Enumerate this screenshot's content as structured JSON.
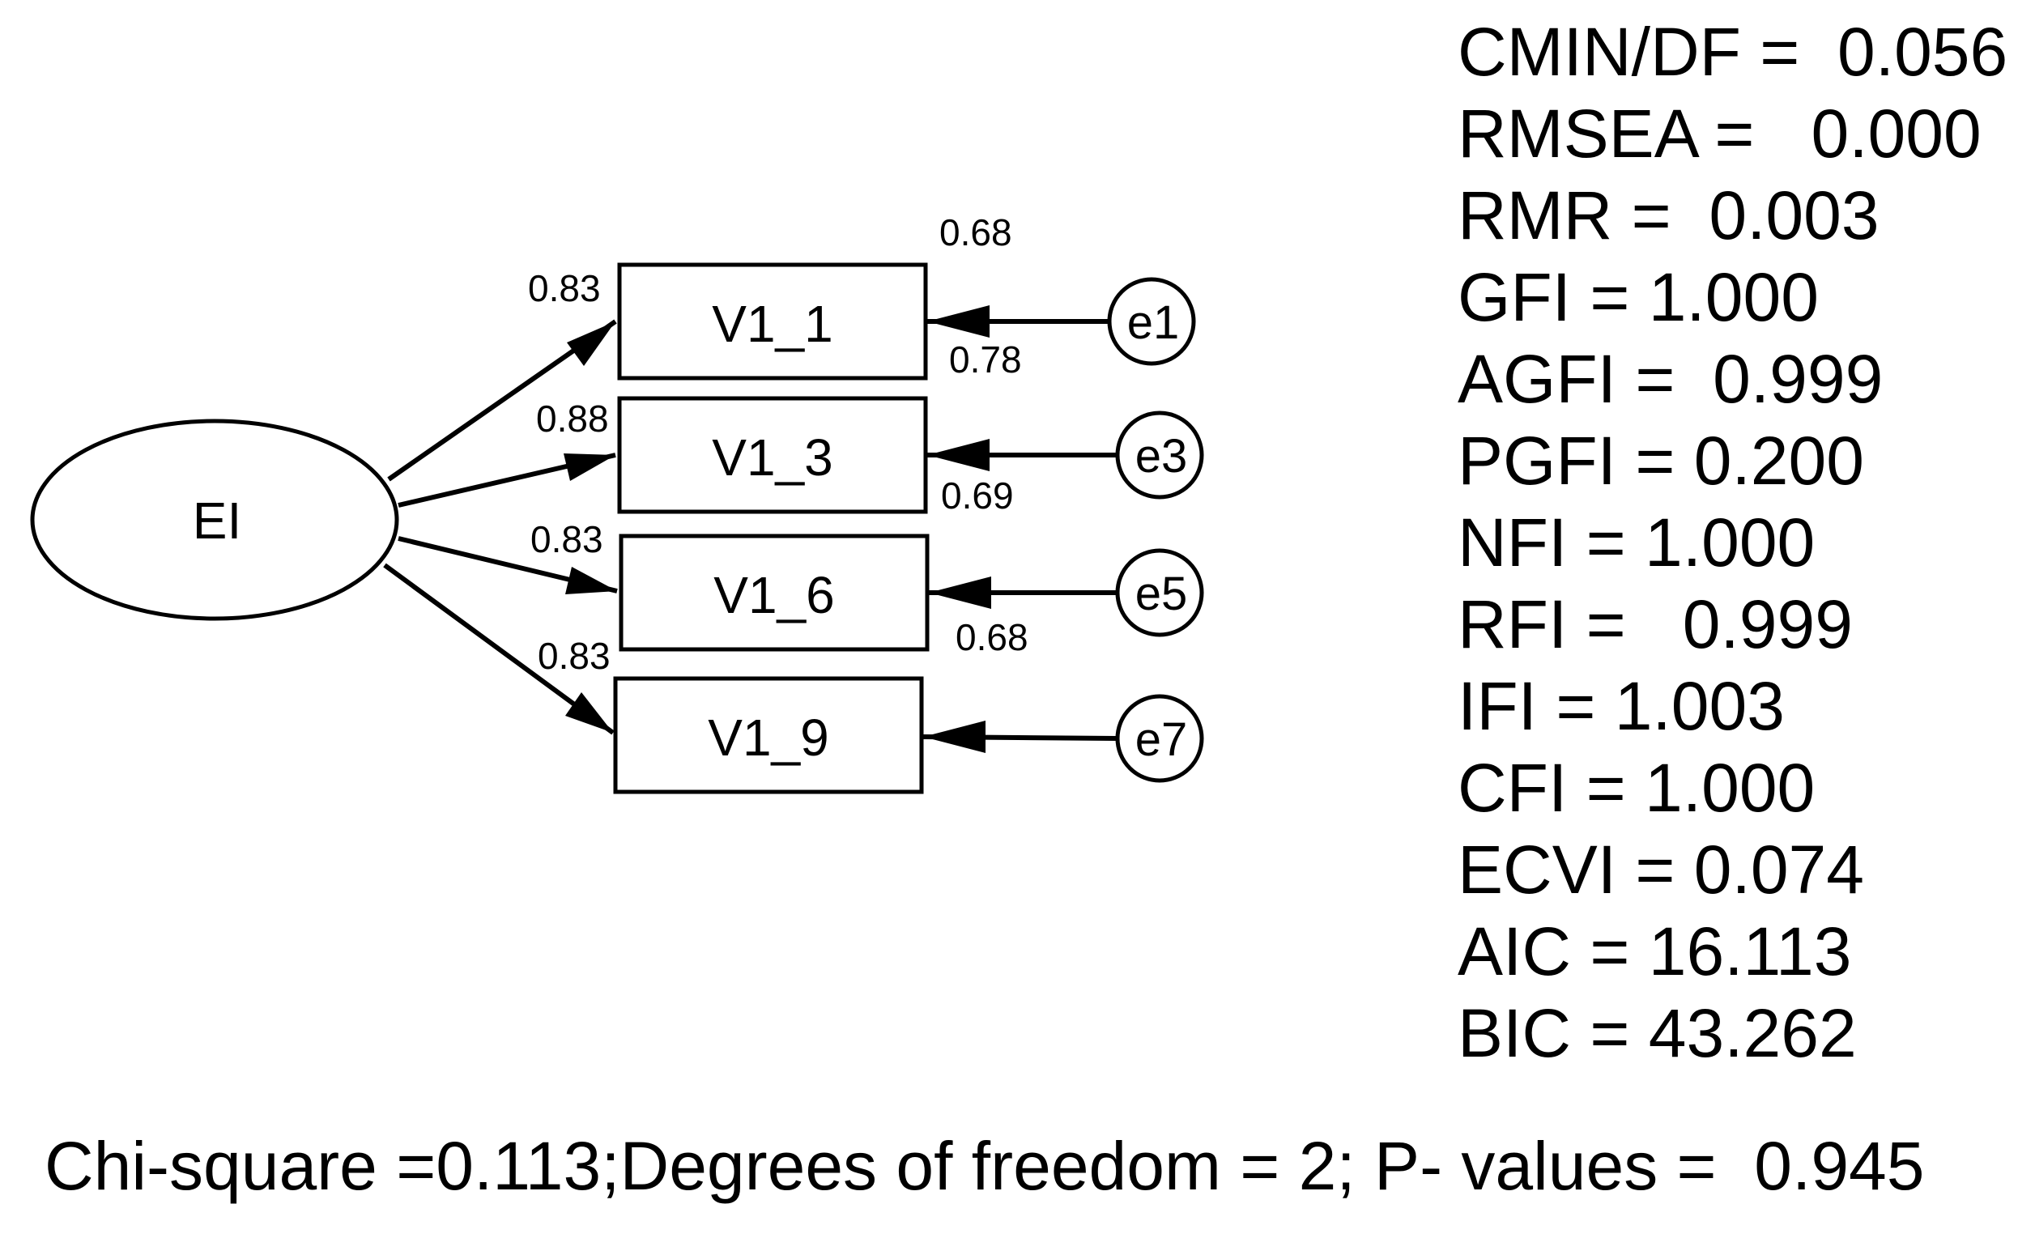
{
  "latent": {
    "label": "EI"
  },
  "indicators": [
    {
      "label": "V1_1",
      "loading": "0.83",
      "r2": "0.68",
      "error": "e1"
    },
    {
      "label": "V1_3",
      "loading": "0.88",
      "r2": "0.78",
      "error": "e3"
    },
    {
      "label": "V1_6",
      "loading": "0.83",
      "r2": "0.69",
      "error": "e5"
    },
    {
      "label": "V1_9",
      "loading": "0.83",
      "r2": "0.68",
      "error": "e7"
    }
  ],
  "fit_indices": [
    "CMIN/DF =  0.056",
    "RMSEA =   0.000",
    "RMR =  0.003",
    "GFI = 1.000",
    "AGFI =  0.999",
    "PGFI = 0.200",
    "NFI = 1.000",
    "RFI =   0.999",
    "IFI = 1.003",
    "CFI = 1.000",
    "ECVI = 0.074",
    "AIC = 16.113",
    "BIC = 43.262"
  ],
  "summary": "Chi-square =0.113;Degrees of freedom = 2; P- values =  0.945"
}
